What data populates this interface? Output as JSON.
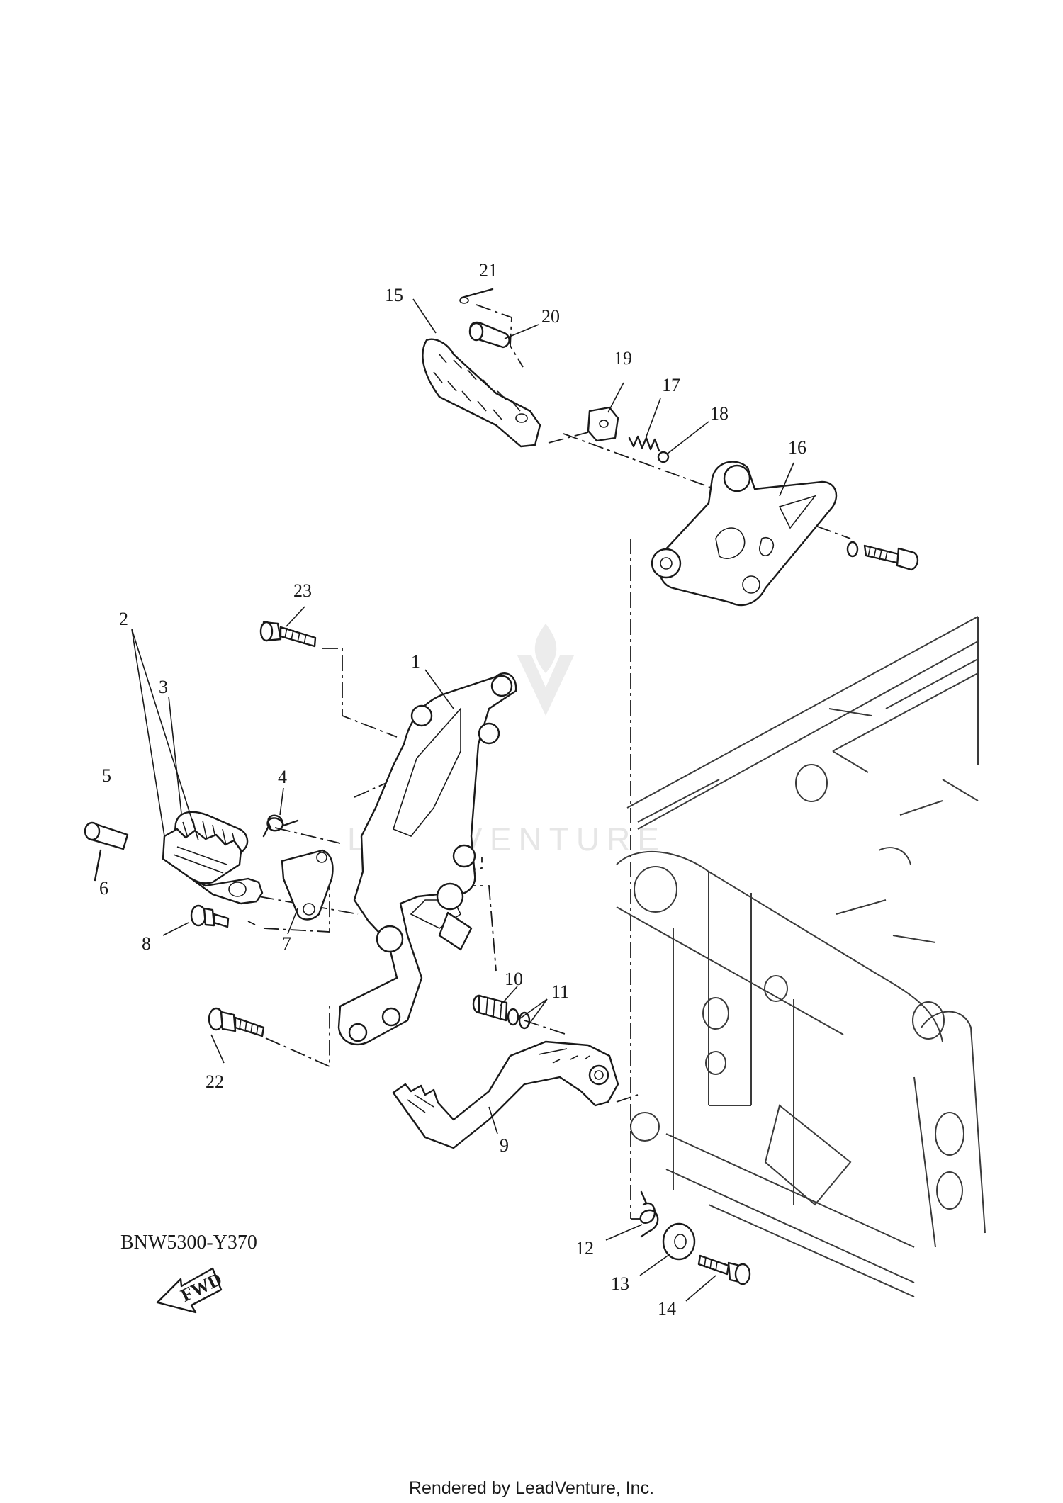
{
  "diagram": {
    "code": "BNW5300-Y370",
    "credit": "Rendered by LeadVenture, Inc.",
    "watermark": "LEADVENTURE",
    "fwd_label": "FWD",
    "callouts": [
      "1",
      "2",
      "3",
      "4",
      "5",
      "6",
      "7",
      "8",
      "9",
      "10",
      "11",
      "12",
      "13",
      "14",
      "15",
      "16",
      "17",
      "18",
      "19",
      "20",
      "21",
      "22",
      "23"
    ]
  },
  "colors": {
    "line": "#1a1a1a",
    "watermark": "#e6e6e6",
    "background": "#ffffff"
  }
}
